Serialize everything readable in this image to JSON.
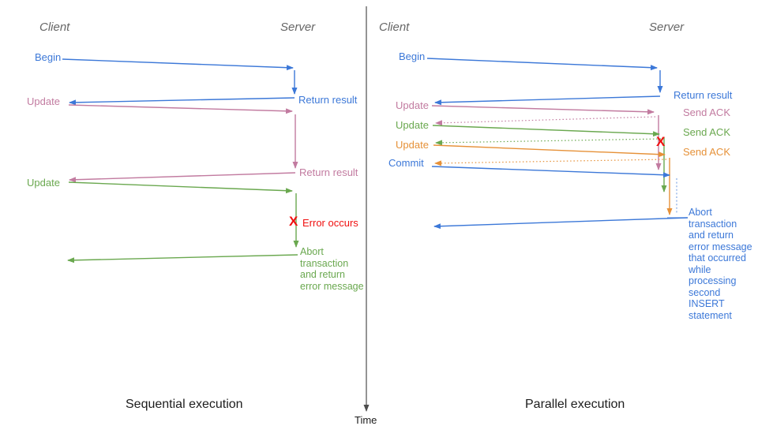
{
  "colors": {
    "blue": "#3c78d8",
    "pink": "#c27ba0",
    "green": "#6aa84f",
    "orange": "#e69138",
    "red": "#f01010",
    "header_gray": "#666666",
    "axis_gray": "#4d4d4d",
    "title_black": "#1c1c1c"
  },
  "time_axis": {
    "label": "Time"
  },
  "left_panel": {
    "title": "Sequential execution",
    "client_header": "Client",
    "server_header": "Server",
    "begin_label": "Begin",
    "begin_return_label": "Return result",
    "update1_label": "Update",
    "update1_return_label": "Return result",
    "update2_label": "Update",
    "error_mark": "X",
    "error_label": "Error occurs",
    "abort_note": "Abort\ntransaction\nand return\nerror message"
  },
  "right_panel": {
    "title": "Parallel execution",
    "client_header": "Client",
    "server_header": "Server",
    "begin_label": "Begin",
    "begin_return_label": "Return result",
    "update1_label": "Update",
    "update1_ack_label": "Send ACK",
    "update2_label": "Update",
    "update2_ack_label": "Send ACK",
    "update3_label": "Update",
    "update3_ack_label": "Send ACK",
    "commit_label": "Commit",
    "error_mark": "X",
    "abort_note": "Abort\ntransaction\nand return\nerror message\nthat occurred\nwhile\nprocessing\nsecond\nINSERT\nstatement"
  }
}
